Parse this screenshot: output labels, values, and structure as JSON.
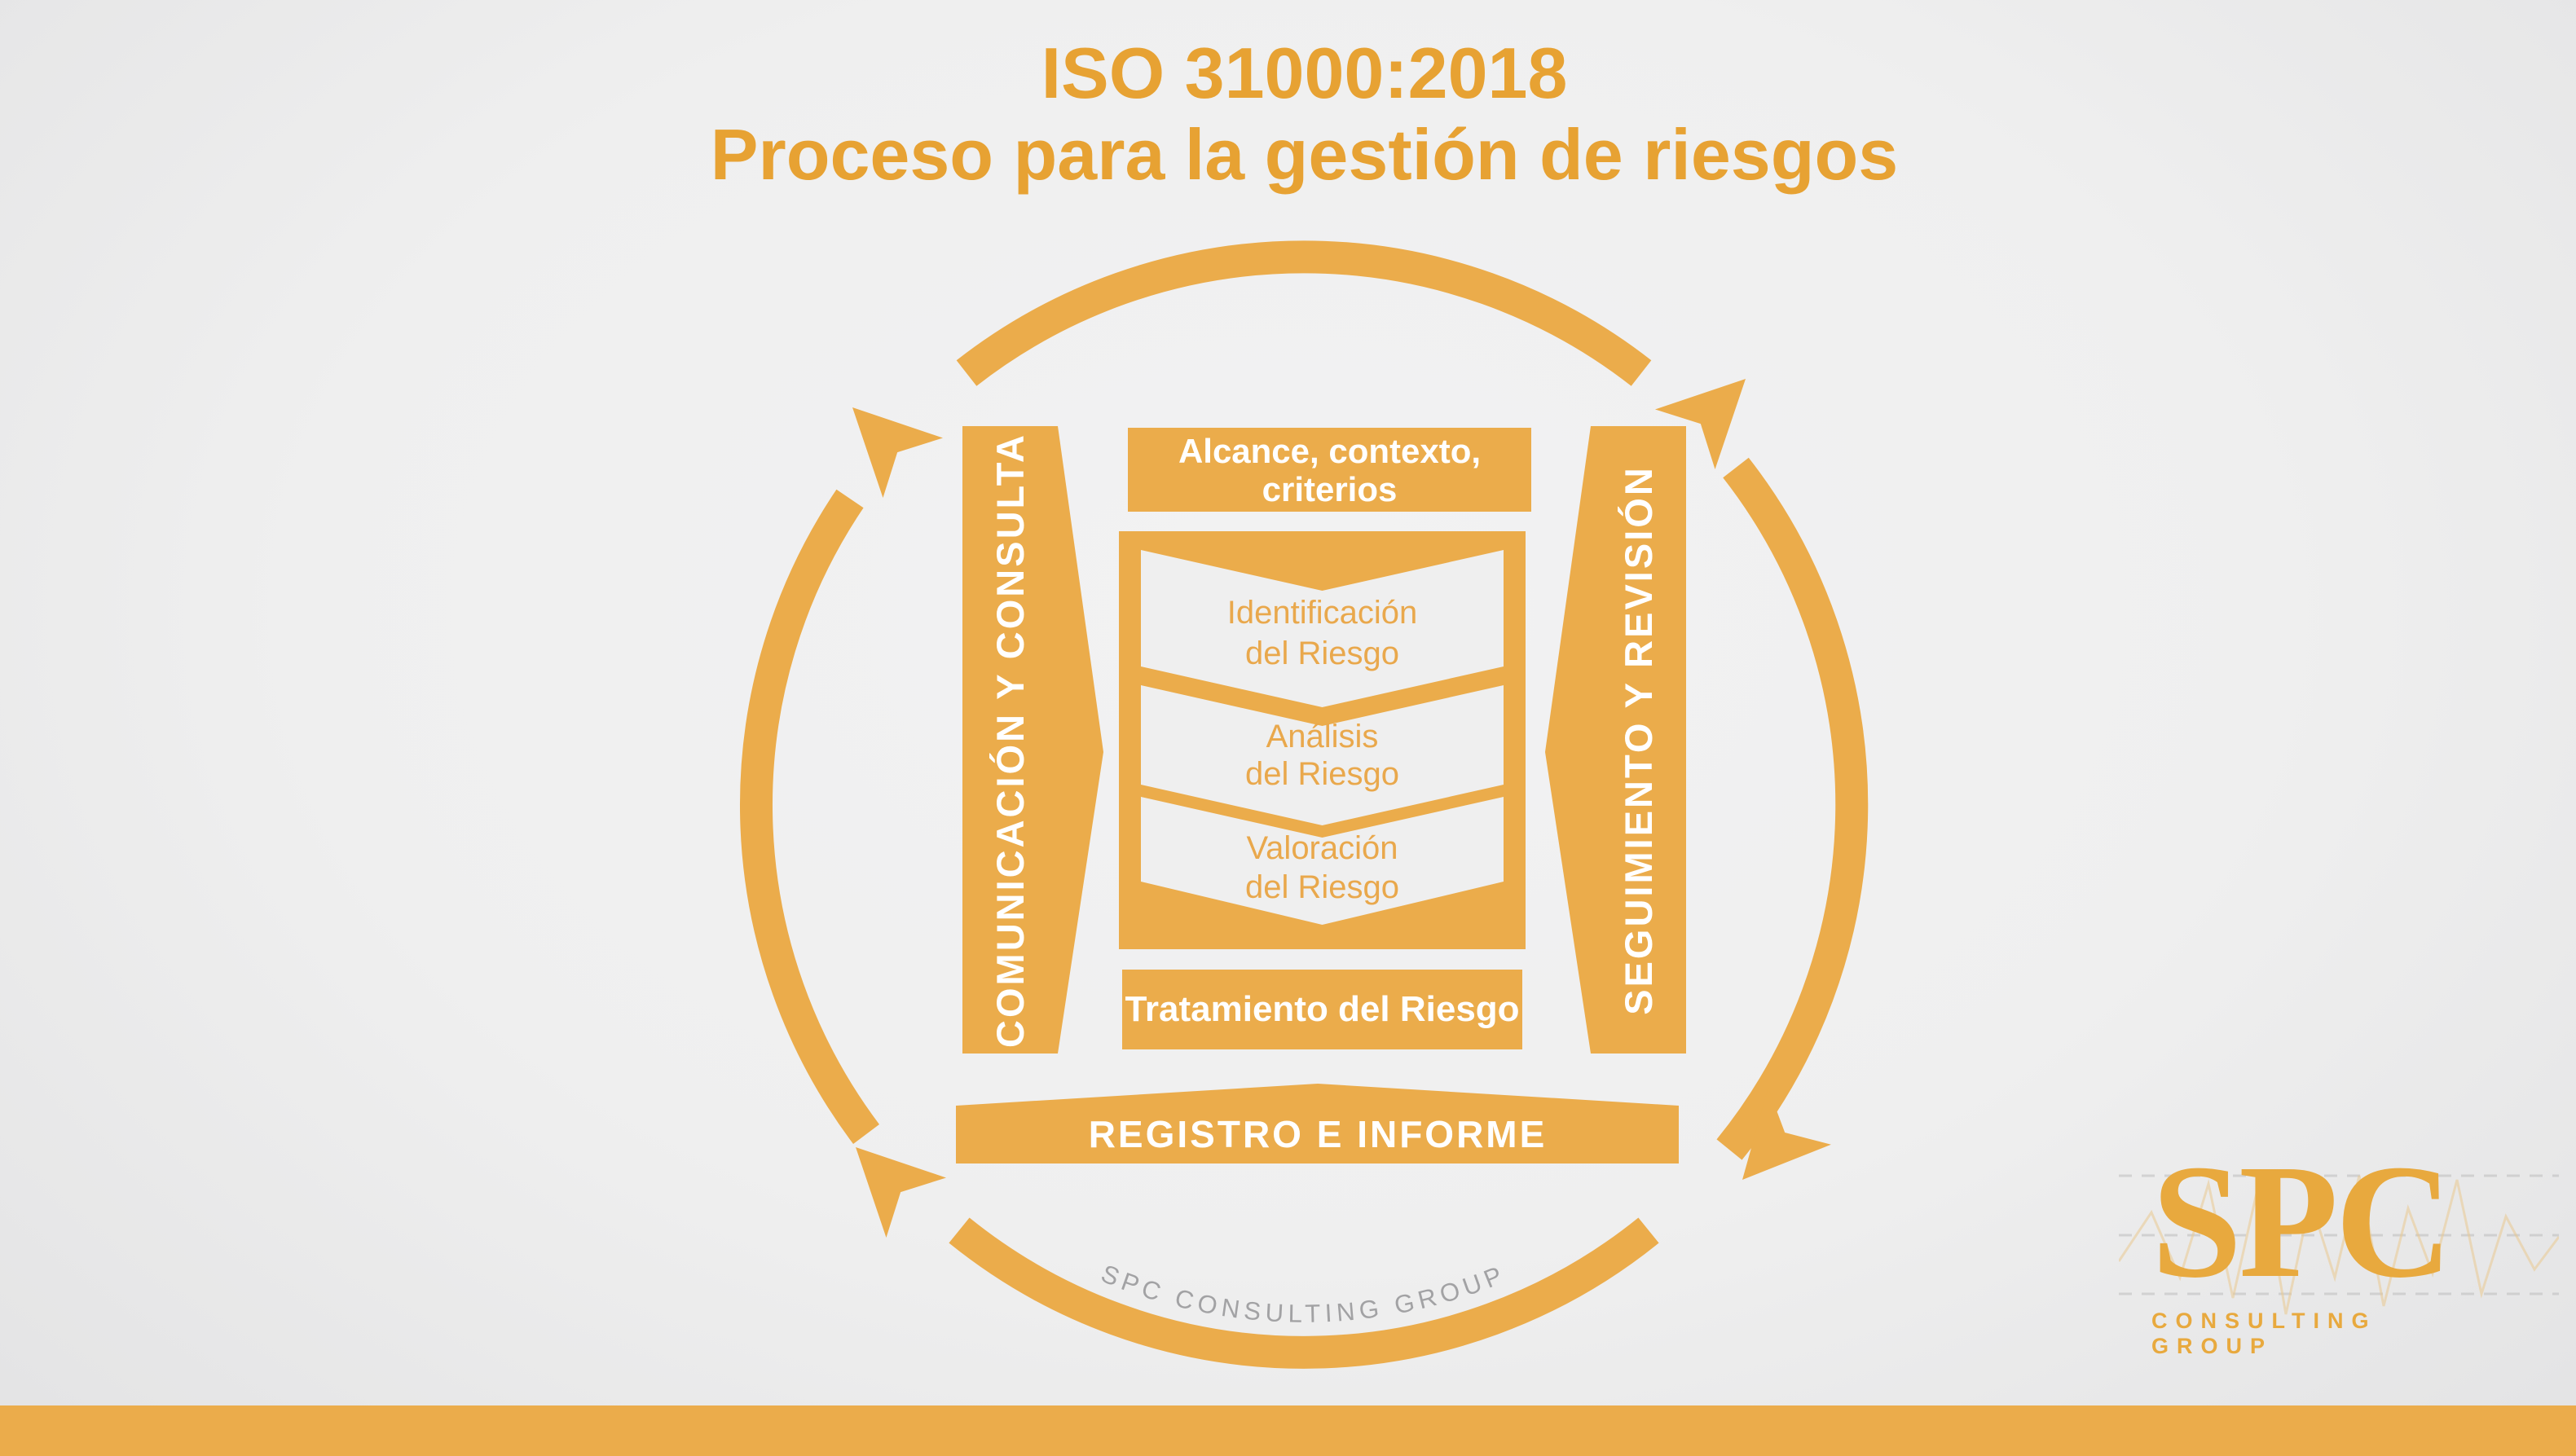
{
  "title": {
    "line1": "ISO 31000:2018",
    "line2": "Proceso para la gestión de riesgos"
  },
  "process": {
    "communication_bar": "COMUNICACIÓN Y CONSULTA",
    "monitoring_bar": "SEGUIMIENTO Y REVISIÓN",
    "scope_box": {
      "line1": "Alcance, contexto,",
      "line2": "criterios"
    },
    "steps": [
      {
        "line1": "Identificación",
        "line2": "del Riesgo"
      },
      {
        "line1": "Análisis",
        "line2": "del Riesgo"
      },
      {
        "line1": "Valoración",
        "line2": "del Riesgo"
      }
    ],
    "treatment_box": "Tratamiento del Riesgo",
    "record_bar": "REGISTRO E INFORME",
    "watermark": "SPC CONSULTING GROUP"
  },
  "logo": {
    "acronym": "SPC",
    "subtitle": "CONSULTING GROUP"
  },
  "colors": {
    "orange": "#EBAC4B",
    "title_orange": "#E7A233",
    "chevron_text_orange": "#E9A84C",
    "logo_gold": "#E8A93E",
    "watermark_gray": "#A2A2A4",
    "background_light": "#F2F2F3",
    "background_dark": "#E3E3E4",
    "panel_light": "#EFEFEF",
    "white": "#FFFFFF"
  }
}
